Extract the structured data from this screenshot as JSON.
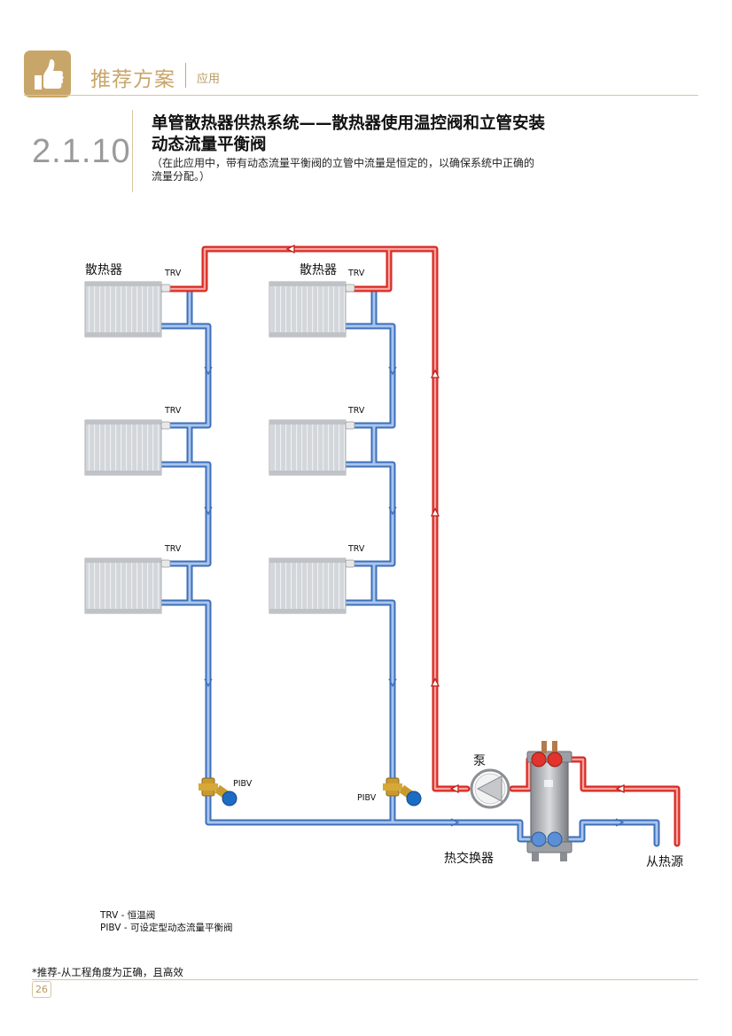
{
  "header": {
    "title": "推荐方案",
    "subtitle": "应用"
  },
  "section": {
    "number": "2.1.10",
    "title_line1": "单管散热器供热系统——散热器使用温控阀和立管安装",
    "title_line2": "动态流量平衡阀",
    "desc_line1": "（在此应用中，带有动态流量平衡阀的立管中流量是恒定的，以确保系统中正确的",
    "desc_line2": "流量分配。）"
  },
  "diagram": {
    "radiator_label": "散热器",
    "trv_label": "TRV",
    "pibv_label": "PIBV",
    "pump_label": "泵",
    "heat_exchanger_label": "热交换器",
    "from_source_label": "从热源",
    "colors": {
      "supply": "#e2342c",
      "return": "#5b8fd6",
      "radiator": "#cfd2d6"
    }
  },
  "legend": {
    "trv": "TRV  - 恒温阀",
    "pibv": "PIBV - 可设定型动态流量平衡阀"
  },
  "footnote": "*推荐-从工程角度为正确，且高效",
  "page_number": "26",
  "icons": {
    "logo": "thumbs-up-icon"
  }
}
